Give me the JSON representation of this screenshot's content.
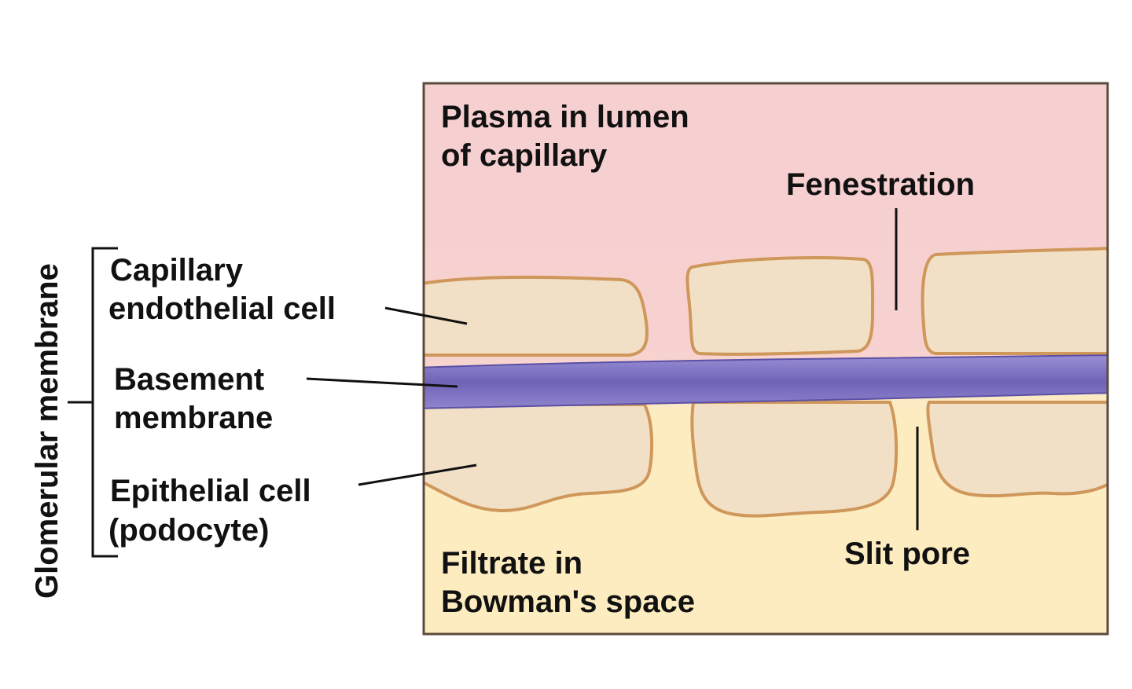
{
  "labels": {
    "plasma_line1": "Plasma in lumen",
    "plasma_line2": "of capillary",
    "fenestration": "Fenestration",
    "filtrate_line1": "Filtrate in",
    "filtrate_line2": "Bowman's space",
    "slit_pore": "Slit pore",
    "capillary_line1": "Capillary",
    "capillary_line2": "endothelial cell",
    "basement_line1": "Basement",
    "basement_line2": "membrane",
    "epithelial_line1": "Epithelial cell",
    "epithelial_line2": "(podocyte)",
    "glomerular_membrane": "Glomerular membrane"
  },
  "colors": {
    "plasma": "#f7cfd0",
    "filtrate": "#fbeec0",
    "cell_fill": "#f3e3c8",
    "cell_outline": "#d09a5e",
    "basement_membrane": "#7b6fc0",
    "frame": "#5b4a3e"
  }
}
